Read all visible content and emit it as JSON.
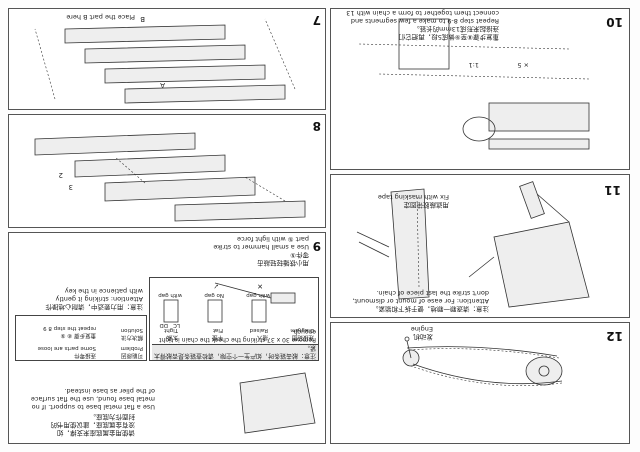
{
  "steps": {
    "s7": {
      "num": "7"
    },
    "s8": {
      "num": "8"
    },
    "s9": {
      "num": "9",
      "text": "用小铁锤轻轻敲击\n零件⑤\nUse a small hammer to strike\npart ⑤ with light force"
    },
    "s10": {
      "num": "10",
      "text": "重复步骤⑧至⑨做成5段，再把它们\n连接起来形成13mm的长链。\nRepeat step 8-9 to make a few segments and\nconnect them together to form a chain with 13 links\nlong finally.",
      "ratio": "1:1",
      "multiplier": "× 5"
    },
    "s11": {
      "num": "11",
      "text": "用遮蔽胶带固定\nFix with masking tape",
      "caution": "注意：请逐颗一颗地，便于拆下和锁紧。\nAttention: For ease of mount or dismount,\ndon't strike the last piece of chain."
    },
    "s12": {
      "num": "12",
      "engine_cn": "发动机",
      "engine_en": "Engine"
    },
    "tips": {
      "header": "注意：敲击链条时，如产生一个空隙，请检查链条是否敲得太紧。\nRemove 30 x 37 striking the check the chain is tight enough.",
      "problem_cn": "可能原因",
      "problem_en": "Problem",
      "cause_cn": "连接零件",
      "cause_en": "Some parts are loose",
      "solution_cn": "解决方法",
      "solution_en": "Solution",
      "solution_text": "重复步骤 ⑧ ⑨\nrepeat the step 8 9",
      "chart_cn": "连接链图",
      "chart_en": "Diagram",
      "col1_cn": "插入",
      "col1_en": "Raised",
      "col1_tag": "with gap",
      "col2_cn": "平整",
      "col2_en": "Flat",
      "col2_tag": "No gap",
      "col3_cn": "太紧",
      "col3_en": "Tight",
      "col3_tag": "with gap",
      "lc": "LC",
      "dd": "DD",
      "ok": "✓",
      "ng": "✕"
    },
    "advice": {
      "text_cn": "请使用金属底座来支撑，如\n没有金属底座，建议使用书的\n封面作为底座。",
      "text_en": "Use a flat metal base to support. If no\nmetal base found, use the flat surface\nof the plier as base instead.",
      "attention": "注意：用力要适中，请耐心地操作\nAttention: striking it gently\nwith patience in the key"
    },
    "place_b": "Place the part B here"
  },
  "labels": {
    "A": "A",
    "B": "B",
    "n3": "3",
    "n2": "2"
  }
}
